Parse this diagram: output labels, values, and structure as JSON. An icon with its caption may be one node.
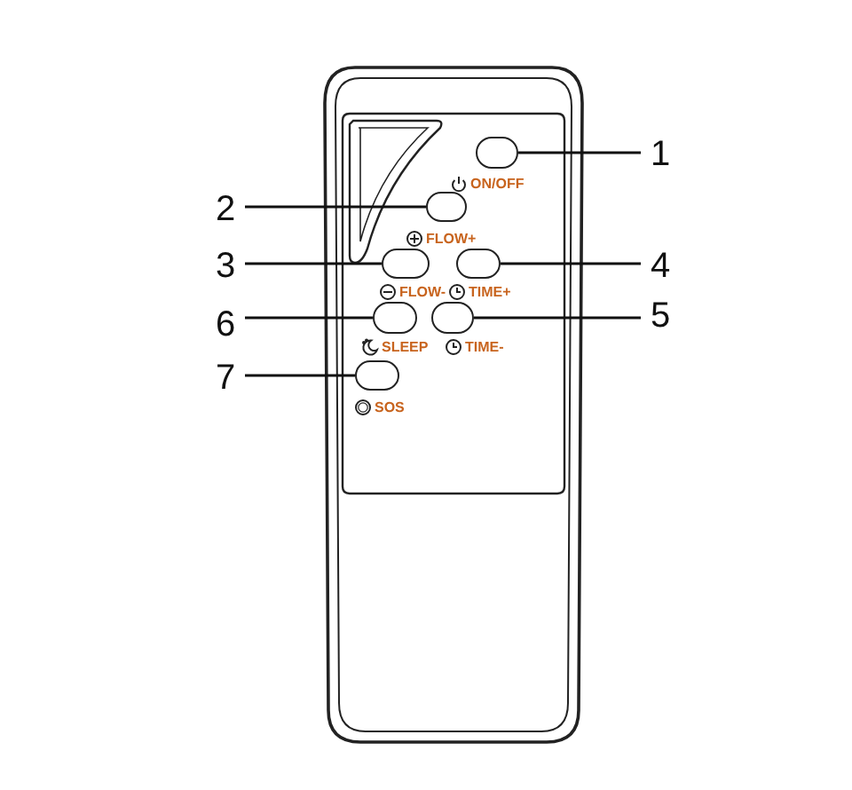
{
  "diagram": {
    "nodes": [
      {
        "text": [
          "1"
        ]
      },
      {
        "text": [
          "2"
        ]
      },
      {
        "text": [
          "3"
        ]
      },
      {
        "text": [
          "4"
        ]
      },
      {
        "text": [
          "5"
        ]
      },
      {
        "text": [
          "6"
        ]
      },
      {
        "text": [
          "7"
        ]
      },
      {
        "text": [],
        "shape": "button",
        "beside": [
          "ON/OFF"
        ]
      },
      {
        "text": [],
        "shape": "button",
        "beside": [
          "FLOW+"
        ]
      },
      {
        "text": [],
        "shape": "button",
        "beside": [
          "FLOW-"
        ]
      },
      {
        "text": [],
        "shape": "button",
        "beside": [
          "TIME+"
        ]
      },
      {
        "text": [],
        "shape": "button",
        "beside": [
          "SLEEP"
        ]
      },
      {
        "text": [],
        "shape": "button",
        "beside": [
          "TIME-"
        ]
      },
      {
        "text": [],
        "shape": "button",
        "beside": [
          "SOS"
        ]
      }
    ],
    "edges": [
      {
        "from": 0,
        "to": 7,
        "arrow": "none"
      },
      {
        "from": 1,
        "to": 8,
        "arrow": "none"
      },
      {
        "from": 2,
        "to": 9,
        "arrow": "none"
      },
      {
        "from": 3,
        "to": 10,
        "arrow": "none"
      },
      {
        "from": 4,
        "to": 12,
        "arrow": "none"
      },
      {
        "from": 5,
        "to": 11,
        "arrow": "none"
      },
      {
        "from": 6,
        "to": 13,
        "arrow": "none"
      }
    ]
  }
}
